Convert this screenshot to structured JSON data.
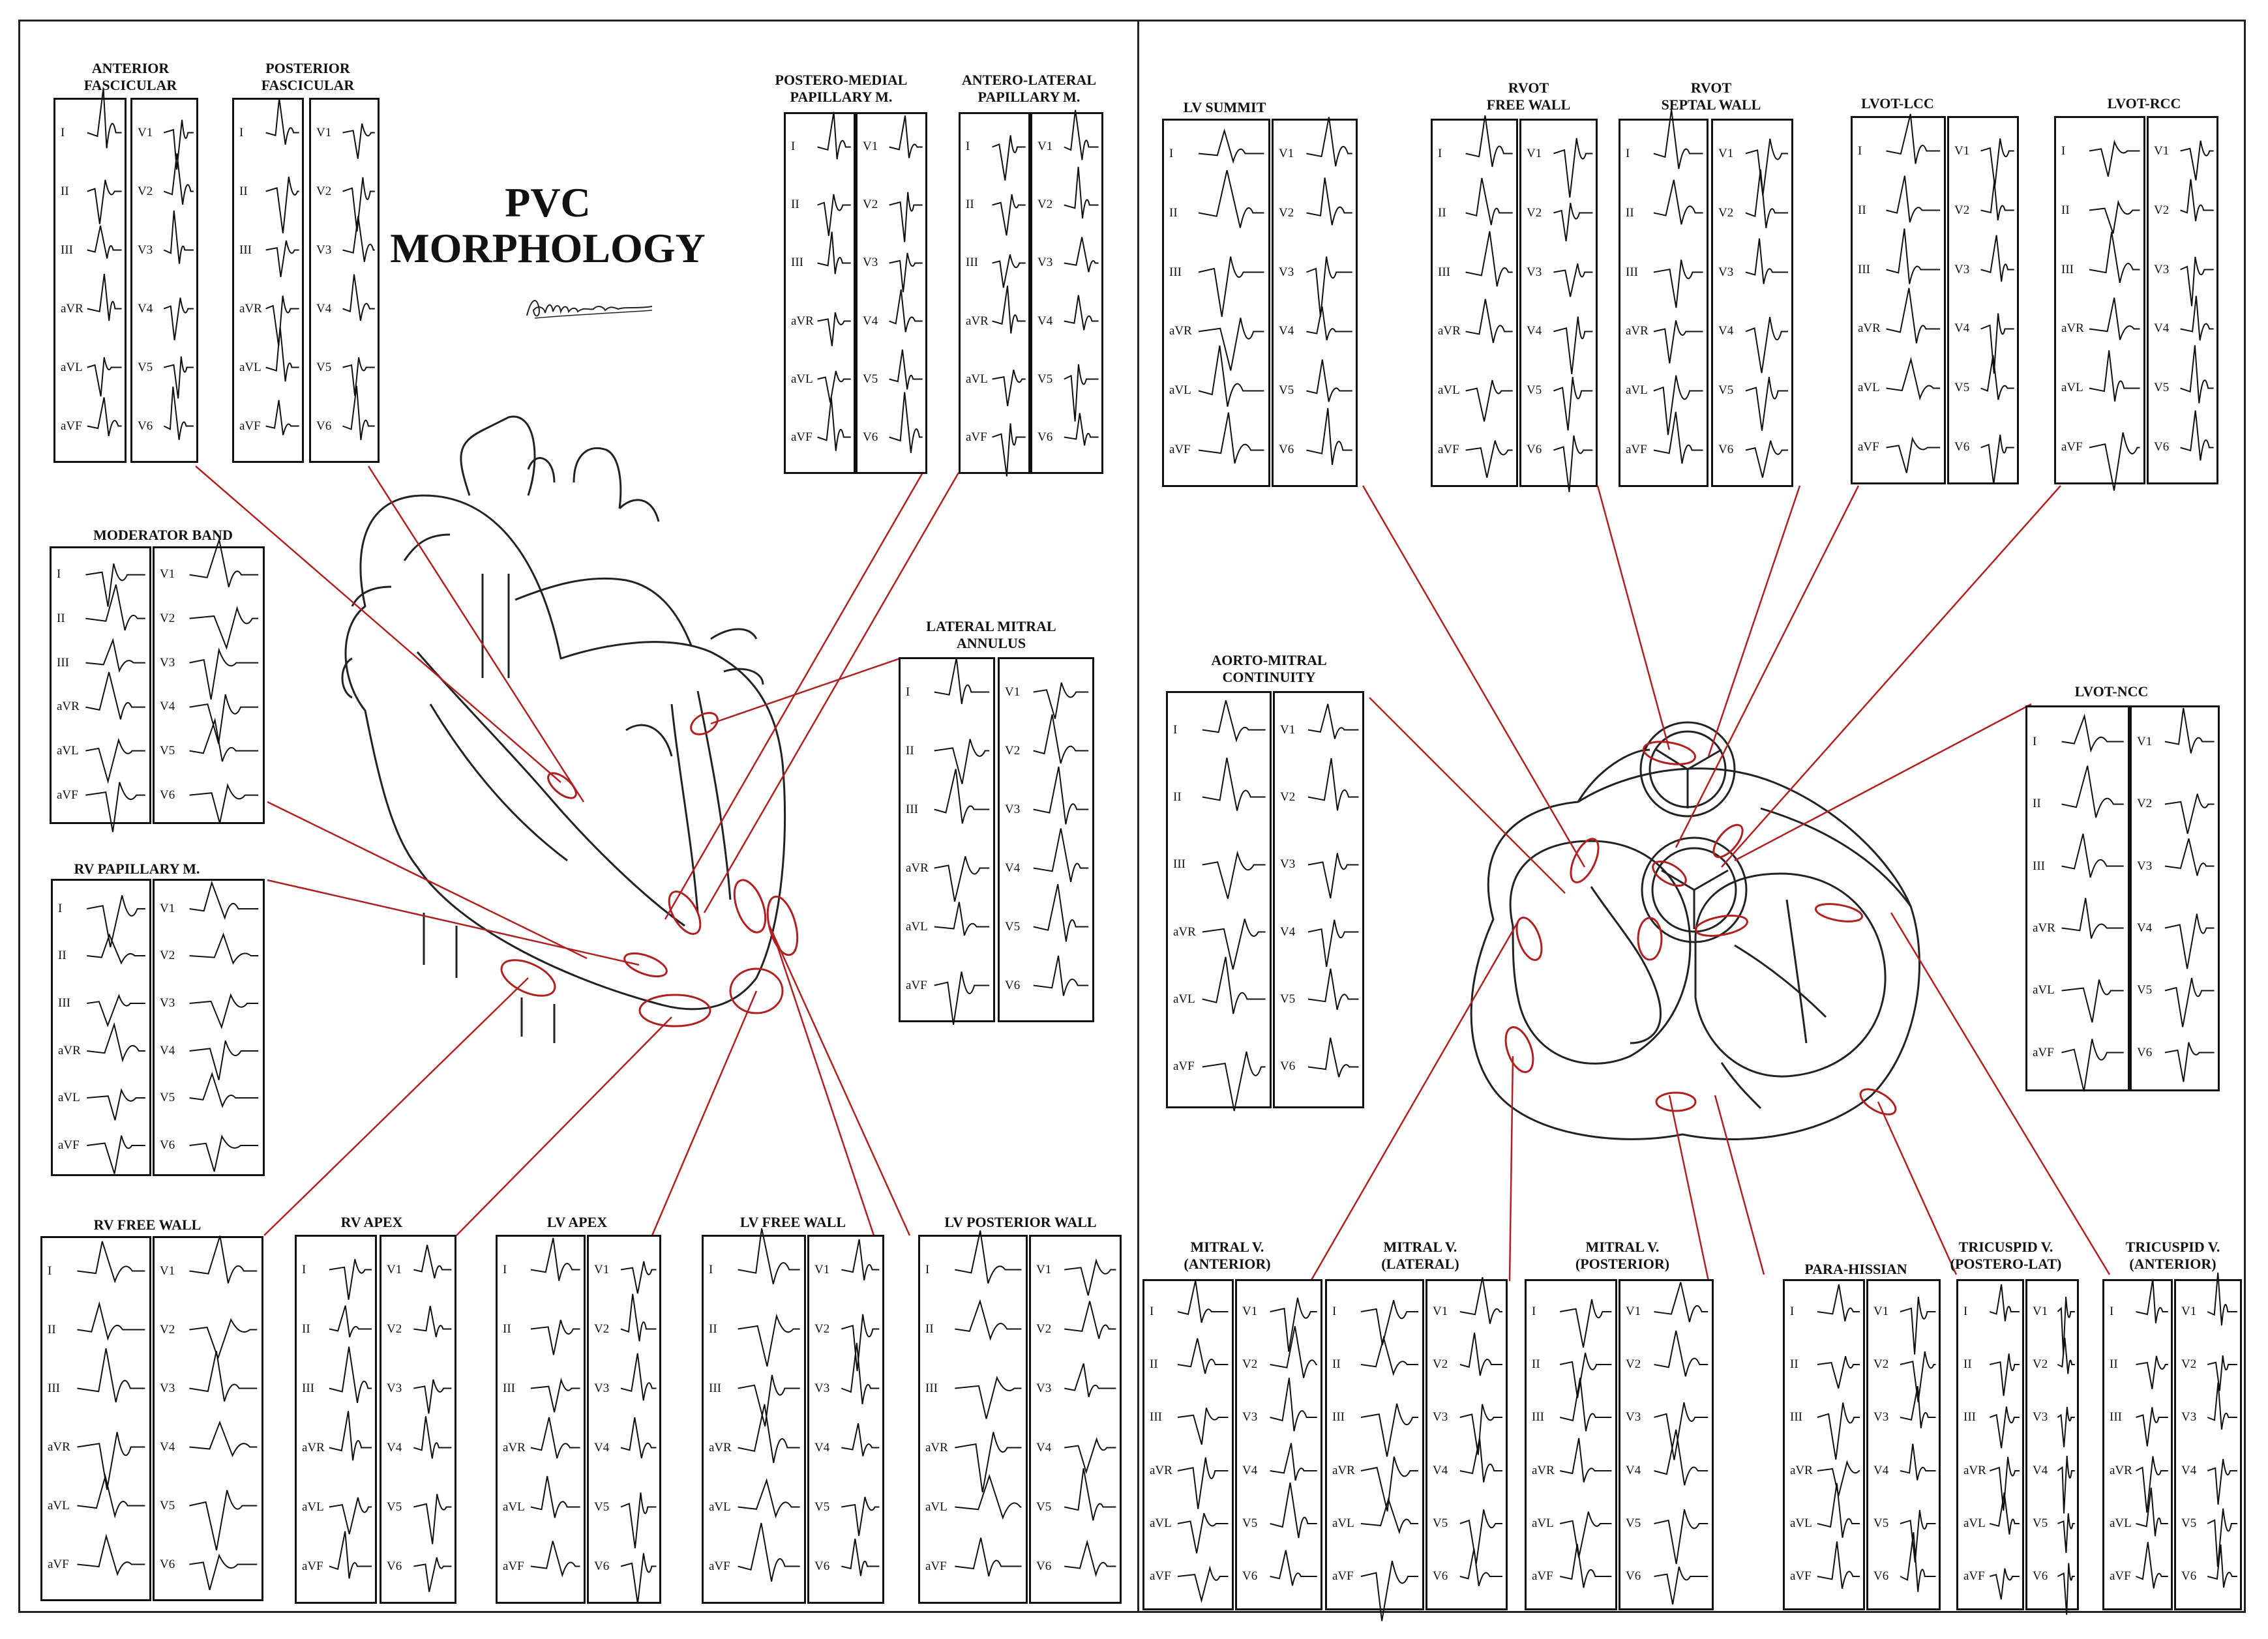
{
  "poster": {
    "title_line1": "PVC",
    "title_line2": "MORPHOLOGY",
    "colors": {
      "ink": "#111111",
      "line": "#b02020"
    }
  },
  "lead_sets": {
    "limb": [
      "I",
      "II",
      "III",
      "aVR",
      "aVL",
      "aVF"
    ],
    "precordial": [
      "V1",
      "V2",
      "V3",
      "V4",
      "V5",
      "V6"
    ]
  },
  "panels": [
    {
      "id": "anterior-fascicular",
      "label": "ANTERIOR\nFASCICULAR"
    },
    {
      "id": "posterior-fascicular",
      "label": "POSTERIOR\nFASCICULAR"
    },
    {
      "id": "postero-medial-papillary",
      "label": "POSTERO-MEDIAL\nPAPILLARY M."
    },
    {
      "id": "antero-lateral-papillary",
      "label": "ANTERO-LATERAL\nPAPILLARY M."
    },
    {
      "id": "moderator-band",
      "label": "MODERATOR BAND"
    },
    {
      "id": "lateral-mitral-annulus",
      "label": "LATERAL MITRAL\nANNULUS"
    },
    {
      "id": "rv-papillary",
      "label": "RV PAPILLARY M."
    },
    {
      "id": "rv-free-wall",
      "label": "RV FREE WALL"
    },
    {
      "id": "rv-apex",
      "label": "RV APEX"
    },
    {
      "id": "lv-apex",
      "label": "LV APEX"
    },
    {
      "id": "lv-free-wall",
      "label": "LV FREE WALL"
    },
    {
      "id": "lv-posterior-wall",
      "label": "LV POSTERIOR WALL"
    },
    {
      "id": "lv-summit",
      "label": "LV SUMMIT"
    },
    {
      "id": "rvot-free-wall",
      "label": "RVOT\nFREE WALL"
    },
    {
      "id": "rvot-septal-wall",
      "label": "RVOT\nSEPTAL WALL"
    },
    {
      "id": "lvot-lcc",
      "label": "LVOT-LCC"
    },
    {
      "id": "lvot-rcc",
      "label": "LVOT-RCC"
    },
    {
      "id": "aorto-mitral-continuity",
      "label": "AORTO-MITRAL\nCONTINUITY"
    },
    {
      "id": "lvot-ncc",
      "label": "LVOT-NCC"
    },
    {
      "id": "mitral-v-anterior",
      "label": "MITRAL V.\n(ANTERIOR)"
    },
    {
      "id": "mitral-v-lateral",
      "label": "MITRAL V.\n(LATERAL)"
    },
    {
      "id": "mitral-v-posterior",
      "label": "MITRAL V.\n(POSTERIOR)"
    },
    {
      "id": "para-hissian",
      "label": "PARA-HISSIAN"
    },
    {
      "id": "tricuspid-v-postero-lat",
      "label": "TRICUSPID V.\n(POSTERO-LAT)"
    },
    {
      "id": "tricuspid-v-anterior",
      "label": "TRICUSPID V.\n(ANTERIOR)"
    }
  ]
}
